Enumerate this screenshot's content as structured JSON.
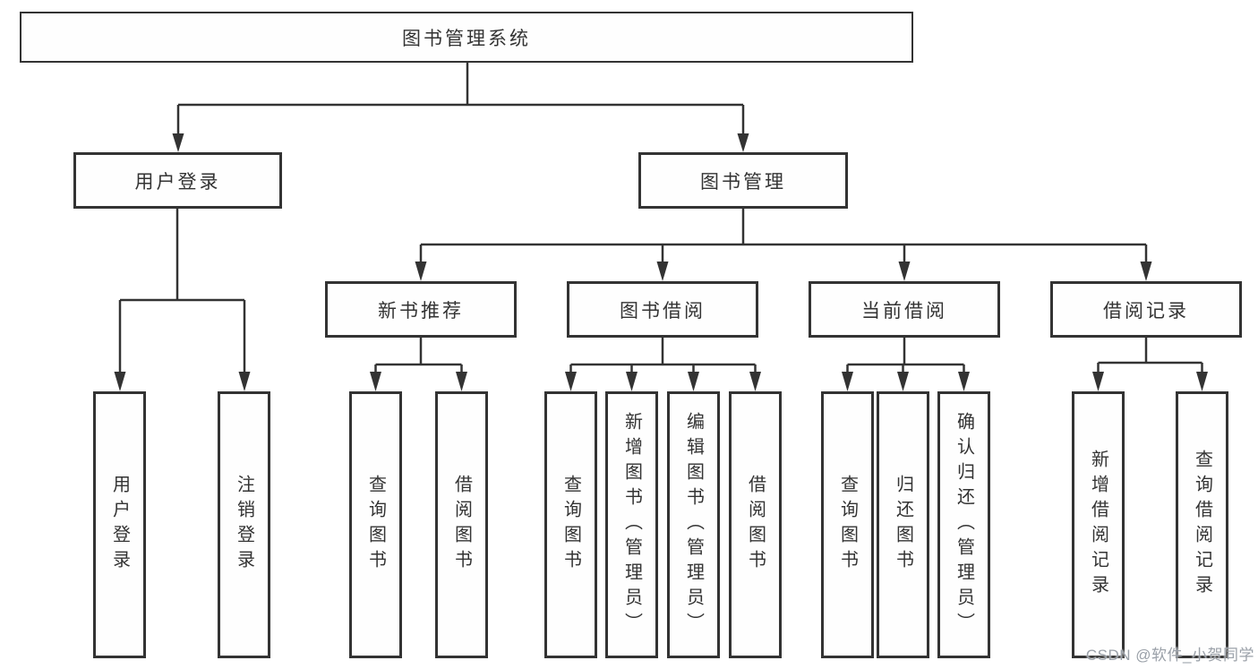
{
  "tree": {
    "root": {
      "label": "图书管理系统"
    },
    "branches": [
      {
        "label": "用户登录",
        "children": [
          {
            "label": "用户登录"
          },
          {
            "label": "注销登录"
          }
        ]
      },
      {
        "label": "图书管理",
        "children": [
          {
            "label": "新书推荐",
            "children": [
              {
                "label": "查询图书"
              },
              {
                "label": "借阅图书"
              }
            ]
          },
          {
            "label": "图书借阅",
            "children": [
              {
                "label": "查询图书"
              },
              {
                "label": "新增图书（管理员）"
              },
              {
                "label": "编辑图书（管理员）"
              },
              {
                "label": "借阅图书"
              }
            ]
          },
          {
            "label": "当前借阅",
            "children": [
              {
                "label": "查询图书"
              },
              {
                "label": "归还图书"
              },
              {
                "label": "确认归还（管理员）"
              }
            ]
          },
          {
            "label": "借阅记录",
            "children": [
              {
                "label": "新增借阅记录"
              },
              {
                "label": "查询借阅记录"
              }
            ]
          }
        ]
      }
    ]
  },
  "watermark": "CSDN @软件_小贺同学",
  "colors": {
    "line": "#333333",
    "box_border": "#333333",
    "text": "#333333",
    "watermark": "#9aa0a8",
    "background": "#ffffff"
  }
}
